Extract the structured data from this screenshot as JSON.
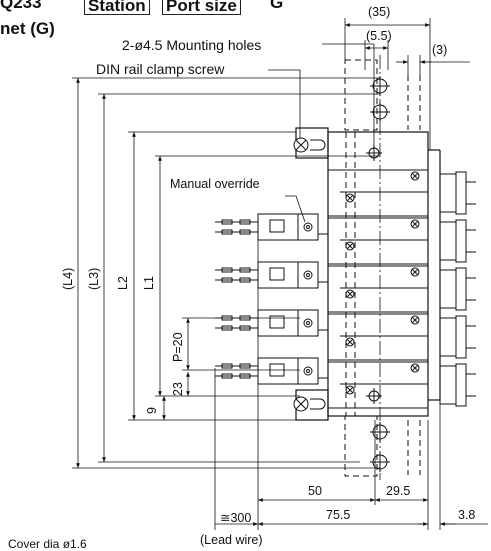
{
  "header": {
    "prefix_fragment": "Q233",
    "tag_station": "Station",
    "tag_port": "Port size",
    "suffix_fragment": "G",
    "subtitle": "net (G)"
  },
  "callouts": {
    "mounting_holes": "2-ø4.5 Mounting holes",
    "din_clamp": "DIN rail clamp screw",
    "manual_override": "Manual override",
    "lead_wire": "(Lead wire)",
    "cover_dia": "Cover dia ø1.6"
  },
  "dimensions": {
    "top_35": "(35)",
    "top_5_5": "(5.5)",
    "top_3": "(3)",
    "L4": "(L4)",
    "L3": "(L3)",
    "L2": "L2",
    "L1": "L1",
    "pitch": "P=20",
    "d23": "23",
    "d9": "9",
    "d50": "50",
    "d29_5": "29.5",
    "d75_5": "75.5",
    "d3_8": "3.8",
    "d300": "≅300"
  }
}
